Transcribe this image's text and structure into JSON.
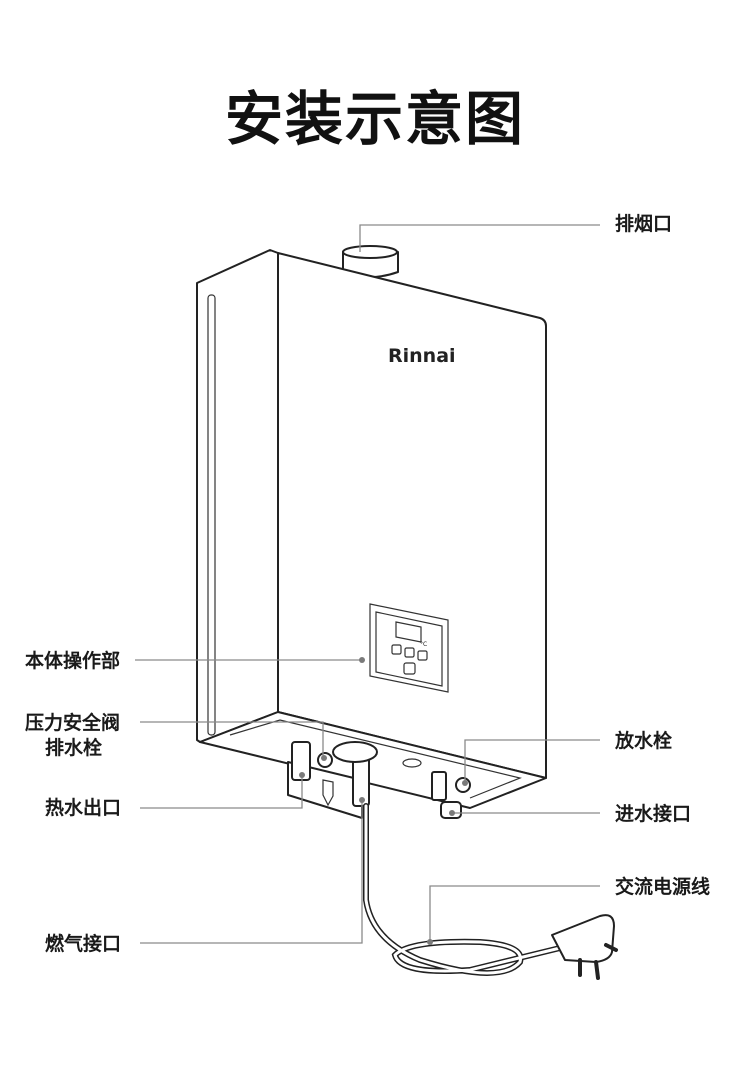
{
  "title": "安装示意图",
  "brand": "Rinnai",
  "panel": {
    "unit": "°C"
  },
  "labels": {
    "flue": "排烟口",
    "control": "本体操作部",
    "relief_valve_line1": "压力安全阀",
    "relief_valve_line2": "排水栓",
    "hot_water_outlet": "热水出口",
    "gas_inlet": "燃气接口",
    "drain_plug": "放水栓",
    "water_inlet": "进水接口",
    "power_cord": "交流电源线"
  }
}
